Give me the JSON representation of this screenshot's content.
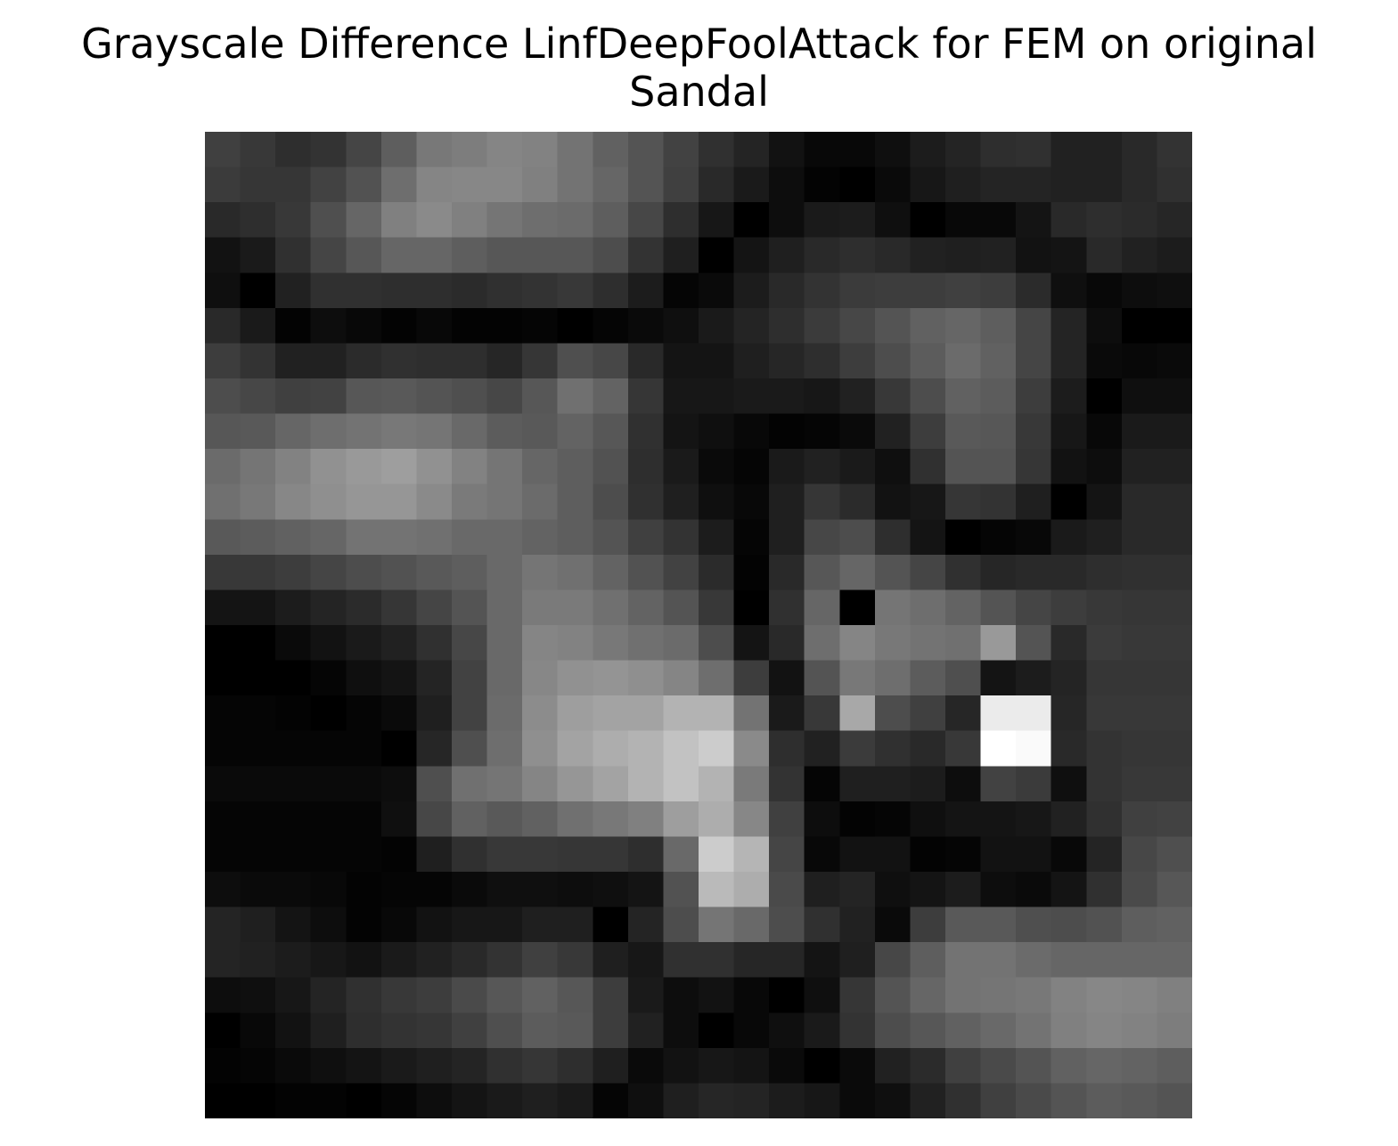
{
  "chart_data": {
    "type": "heatmap",
    "title_lines": [
      "Grayscale Difference LinfDeepFoolAttack for FEM on original",
      "Sandal"
    ],
    "colormap": "gray",
    "axes_visible": false,
    "grid": false,
    "rows": 28,
    "cols": 28,
    "values": [
      [
        0.25,
        0.22,
        0.18,
        0.2,
        0.27,
        0.37,
        0.47,
        0.49,
        0.52,
        0.51,
        0.45,
        0.38,
        0.33,
        0.26,
        0.19,
        0.14,
        0.07,
        0.03,
        0.03,
        0.06,
        0.11,
        0.14,
        0.18,
        0.19,
        0.13,
        0.13,
        0.16,
        0.2
      ],
      [
        0.23,
        0.21,
        0.21,
        0.26,
        0.32,
        0.43,
        0.52,
        0.53,
        0.53,
        0.5,
        0.45,
        0.4,
        0.33,
        0.25,
        0.16,
        0.1,
        0.05,
        0.01,
        0.0,
        0.04,
        0.09,
        0.12,
        0.14,
        0.14,
        0.13,
        0.13,
        0.16,
        0.19
      ],
      [
        0.16,
        0.18,
        0.22,
        0.31,
        0.4,
        0.5,
        0.54,
        0.5,
        0.46,
        0.43,
        0.42,
        0.37,
        0.28,
        0.18,
        0.09,
        0.0,
        0.05,
        0.1,
        0.11,
        0.06,
        0.0,
        0.03,
        0.03,
        0.08,
        0.16,
        0.18,
        0.17,
        0.15
      ],
      [
        0.07,
        0.1,
        0.19,
        0.27,
        0.34,
        0.4,
        0.4,
        0.37,
        0.34,
        0.34,
        0.34,
        0.3,
        0.2,
        0.12,
        0.0,
        0.08,
        0.12,
        0.16,
        0.18,
        0.16,
        0.13,
        0.12,
        0.13,
        0.07,
        0.08,
        0.16,
        0.13,
        0.11
      ],
      [
        0.06,
        0.0,
        0.13,
        0.19,
        0.19,
        0.18,
        0.18,
        0.17,
        0.19,
        0.2,
        0.22,
        0.18,
        0.11,
        0.02,
        0.04,
        0.11,
        0.16,
        0.2,
        0.23,
        0.24,
        0.24,
        0.25,
        0.24,
        0.17,
        0.06,
        0.03,
        0.05,
        0.06
      ],
      [
        0.16,
        0.1,
        0.01,
        0.05,
        0.03,
        0.01,
        0.03,
        0.01,
        0.01,
        0.02,
        0.0,
        0.02,
        0.04,
        0.06,
        0.1,
        0.14,
        0.18,
        0.23,
        0.28,
        0.33,
        0.38,
        0.4,
        0.37,
        0.27,
        0.14,
        0.05,
        0.0,
        0.0
      ],
      [
        0.24,
        0.2,
        0.13,
        0.13,
        0.17,
        0.19,
        0.18,
        0.18,
        0.15,
        0.21,
        0.31,
        0.28,
        0.16,
        0.08,
        0.08,
        0.12,
        0.15,
        0.18,
        0.24,
        0.3,
        0.36,
        0.42,
        0.38,
        0.27,
        0.14,
        0.04,
        0.03,
        0.04
      ],
      [
        0.3,
        0.28,
        0.25,
        0.26,
        0.34,
        0.35,
        0.33,
        0.31,
        0.28,
        0.34,
        0.44,
        0.39,
        0.21,
        0.09,
        0.09,
        0.1,
        0.1,
        0.09,
        0.13,
        0.22,
        0.3,
        0.38,
        0.36,
        0.24,
        0.11,
        0.0,
        0.06,
        0.06
      ],
      [
        0.34,
        0.35,
        0.4,
        0.43,
        0.45,
        0.47,
        0.46,
        0.41,
        0.36,
        0.35,
        0.39,
        0.34,
        0.19,
        0.08,
        0.06,
        0.03,
        0.01,
        0.02,
        0.04,
        0.13,
        0.24,
        0.35,
        0.34,
        0.22,
        0.09,
        0.03,
        0.1,
        0.1
      ],
      [
        0.42,
        0.46,
        0.51,
        0.57,
        0.6,
        0.62,
        0.57,
        0.51,
        0.46,
        0.4,
        0.37,
        0.32,
        0.18,
        0.1,
        0.04,
        0.02,
        0.1,
        0.13,
        0.1,
        0.06,
        0.19,
        0.33,
        0.33,
        0.21,
        0.07,
        0.05,
        0.13,
        0.13
      ],
      [
        0.44,
        0.47,
        0.53,
        0.56,
        0.59,
        0.59,
        0.54,
        0.48,
        0.46,
        0.42,
        0.37,
        0.3,
        0.19,
        0.12,
        0.06,
        0.03,
        0.12,
        0.21,
        0.17,
        0.07,
        0.09,
        0.21,
        0.2,
        0.12,
        0.0,
        0.08,
        0.16,
        0.16
      ],
      [
        0.35,
        0.36,
        0.38,
        0.4,
        0.45,
        0.45,
        0.44,
        0.41,
        0.41,
        0.39,
        0.37,
        0.33,
        0.25,
        0.2,
        0.11,
        0.02,
        0.12,
        0.28,
        0.3,
        0.18,
        0.08,
        0.0,
        0.02,
        0.03,
        0.1,
        0.12,
        0.16,
        0.16
      ],
      [
        0.22,
        0.22,
        0.24,
        0.27,
        0.3,
        0.32,
        0.35,
        0.37,
        0.41,
        0.46,
        0.44,
        0.39,
        0.32,
        0.26,
        0.17,
        0.01,
        0.16,
        0.34,
        0.4,
        0.33,
        0.27,
        0.19,
        0.15,
        0.16,
        0.16,
        0.18,
        0.19,
        0.19
      ],
      [
        0.08,
        0.08,
        0.11,
        0.14,
        0.17,
        0.21,
        0.27,
        0.33,
        0.41,
        0.48,
        0.48,
        0.44,
        0.39,
        0.33,
        0.22,
        0.0,
        0.19,
        0.4,
        0.0,
        0.46,
        0.43,
        0.39,
        0.33,
        0.27,
        0.24,
        0.22,
        0.21,
        0.21
      ],
      [
        0.0,
        0.0,
        0.04,
        0.07,
        0.1,
        0.13,
        0.19,
        0.28,
        0.41,
        0.52,
        0.51,
        0.47,
        0.44,
        0.42,
        0.3,
        0.08,
        0.16,
        0.43,
        0.52,
        0.47,
        0.45,
        0.44,
        0.6,
        0.33,
        0.16,
        0.23,
        0.22,
        0.22
      ],
      [
        0.0,
        0.0,
        0.0,
        0.02,
        0.06,
        0.08,
        0.14,
        0.26,
        0.41,
        0.53,
        0.57,
        0.58,
        0.56,
        0.52,
        0.43,
        0.24,
        0.07,
        0.33,
        0.47,
        0.43,
        0.36,
        0.31,
        0.08,
        0.11,
        0.14,
        0.21,
        0.21,
        0.21
      ],
      [
        0.02,
        0.02,
        0.01,
        0.0,
        0.02,
        0.04,
        0.12,
        0.26,
        0.42,
        0.55,
        0.62,
        0.64,
        0.64,
        0.7,
        0.7,
        0.45,
        0.1,
        0.22,
        0.66,
        0.3,
        0.25,
        0.15,
        0.92,
        0.92,
        0.15,
        0.22,
        0.22,
        0.22
      ],
      [
        0.02,
        0.02,
        0.02,
        0.02,
        0.02,
        0.0,
        0.15,
        0.31,
        0.43,
        0.56,
        0.64,
        0.68,
        0.7,
        0.76,
        0.8,
        0.54,
        0.18,
        0.13,
        0.23,
        0.19,
        0.16,
        0.22,
        1.0,
        0.98,
        0.16,
        0.2,
        0.21,
        0.21
      ],
      [
        0.04,
        0.04,
        0.04,
        0.04,
        0.04,
        0.05,
        0.31,
        0.44,
        0.46,
        0.52,
        0.59,
        0.64,
        0.7,
        0.76,
        0.7,
        0.48,
        0.2,
        0.02,
        0.12,
        0.12,
        0.11,
        0.05,
        0.26,
        0.23,
        0.06,
        0.2,
        0.22,
        0.22
      ],
      [
        0.02,
        0.02,
        0.02,
        0.02,
        0.02,
        0.06,
        0.28,
        0.38,
        0.35,
        0.38,
        0.44,
        0.47,
        0.5,
        0.62,
        0.68,
        0.53,
        0.25,
        0.05,
        0.01,
        0.02,
        0.06,
        0.08,
        0.08,
        0.09,
        0.13,
        0.19,
        0.25,
        0.26
      ],
      [
        0.02,
        0.02,
        0.02,
        0.02,
        0.02,
        0.01,
        0.12,
        0.19,
        0.22,
        0.22,
        0.21,
        0.21,
        0.18,
        0.41,
        0.8,
        0.71,
        0.27,
        0.03,
        0.07,
        0.07,
        0.01,
        0.02,
        0.07,
        0.07,
        0.03,
        0.14,
        0.28,
        0.31
      ],
      [
        0.05,
        0.04,
        0.04,
        0.03,
        0.01,
        0.02,
        0.02,
        0.04,
        0.06,
        0.06,
        0.05,
        0.06,
        0.08,
        0.32,
        0.73,
        0.68,
        0.29,
        0.12,
        0.14,
        0.06,
        0.08,
        0.11,
        0.05,
        0.04,
        0.08,
        0.19,
        0.29,
        0.34
      ],
      [
        0.14,
        0.12,
        0.08,
        0.05,
        0.01,
        0.03,
        0.07,
        0.09,
        0.09,
        0.12,
        0.12,
        0.0,
        0.14,
        0.3,
        0.46,
        0.41,
        0.3,
        0.19,
        0.13,
        0.04,
        0.24,
        0.35,
        0.35,
        0.31,
        0.3,
        0.32,
        0.37,
        0.38
      ],
      [
        0.14,
        0.13,
        0.11,
        0.09,
        0.07,
        0.1,
        0.13,
        0.16,
        0.2,
        0.25,
        0.22,
        0.12,
        0.09,
        0.19,
        0.19,
        0.15,
        0.15,
        0.08,
        0.12,
        0.28,
        0.37,
        0.45,
        0.45,
        0.42,
        0.4,
        0.4,
        0.4,
        0.4
      ],
      [
        0.05,
        0.06,
        0.09,
        0.14,
        0.19,
        0.22,
        0.24,
        0.29,
        0.34,
        0.38,
        0.34,
        0.24,
        0.1,
        0.05,
        0.07,
        0.03,
        0.0,
        0.06,
        0.21,
        0.33,
        0.4,
        0.45,
        0.46,
        0.47,
        0.51,
        0.53,
        0.52,
        0.5
      ],
      [
        0.0,
        0.03,
        0.07,
        0.12,
        0.18,
        0.2,
        0.21,
        0.25,
        0.31,
        0.36,
        0.35,
        0.24,
        0.13,
        0.05,
        0.0,
        0.03,
        0.06,
        0.1,
        0.2,
        0.3,
        0.34,
        0.38,
        0.41,
        0.45,
        0.5,
        0.52,
        0.51,
        0.49
      ],
      [
        0.01,
        0.02,
        0.04,
        0.06,
        0.08,
        0.1,
        0.12,
        0.14,
        0.19,
        0.21,
        0.18,
        0.12,
        0.04,
        0.07,
        0.09,
        0.08,
        0.04,
        0.0,
        0.04,
        0.13,
        0.17,
        0.25,
        0.29,
        0.33,
        0.38,
        0.4,
        0.39,
        0.37
      ],
      [
        0.0,
        0.0,
        0.01,
        0.01,
        0.0,
        0.02,
        0.05,
        0.08,
        0.1,
        0.12,
        0.1,
        0.02,
        0.06,
        0.12,
        0.15,
        0.14,
        0.11,
        0.09,
        0.04,
        0.06,
        0.13,
        0.19,
        0.25,
        0.29,
        0.33,
        0.36,
        0.35,
        0.33
      ]
    ]
  }
}
